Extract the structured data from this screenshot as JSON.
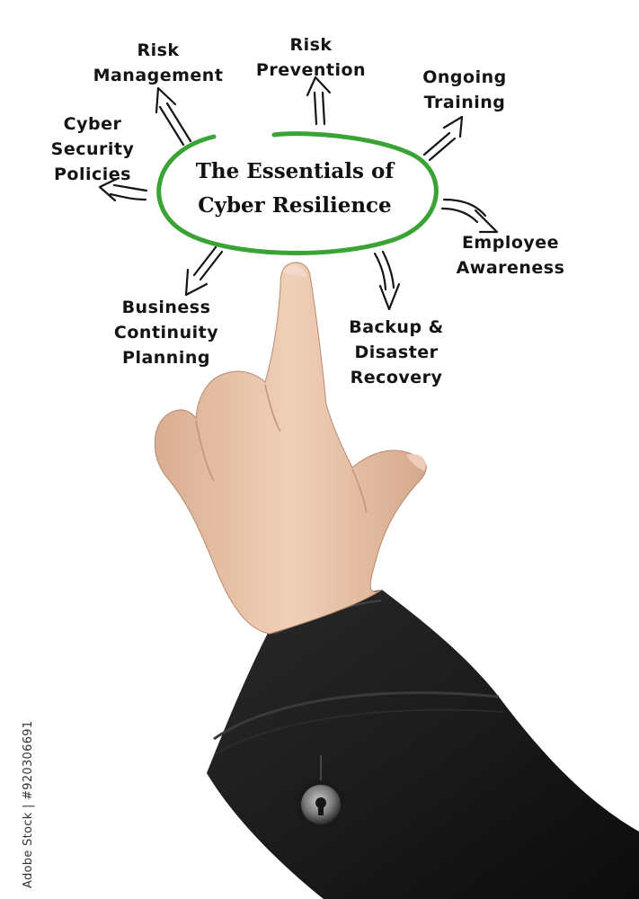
{
  "diagram": {
    "center": {
      "line1": "The Essentials of",
      "line2": "Cyber Resilience"
    },
    "nodes": {
      "risk_management": [
        "Risk",
        "Management"
      ],
      "risk_prevention": [
        "Risk",
        "Prevention"
      ],
      "ongoing_training": [
        "Ongoing",
        "Training"
      ],
      "cyber_security_policies": [
        "Cyber",
        "Security",
        "Policies"
      ],
      "employee_awareness": [
        "Employee",
        "Awareness"
      ],
      "business_continuity": [
        "Business",
        "Continuity",
        "Planning"
      ],
      "backup_recovery": [
        "Backup &",
        "Disaster",
        "Recovery"
      ]
    }
  },
  "stock_id": "Adobe Stock | #920306691",
  "colors": {
    "accent": "#3aa336",
    "ink": "#141414",
    "sleeve": "#131313",
    "skin": "#e6c2a6"
  }
}
